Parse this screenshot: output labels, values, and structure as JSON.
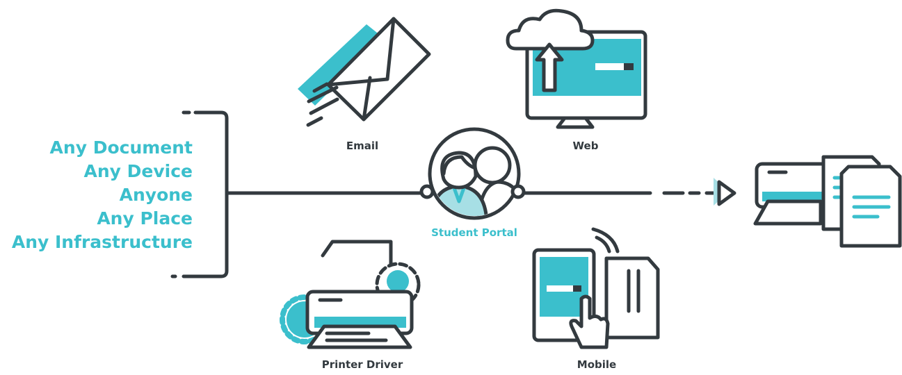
{
  "colors": {
    "teal": "#3bbfcc",
    "dark": "#333a3f",
    "lightteal": "#a7dfe5"
  },
  "taglines": [
    "Any Document",
    "Any Device",
    "Anyone",
    "Any Place",
    "Any Infrastructure"
  ],
  "labels": {
    "email": "Email",
    "web": "Web",
    "student_portal": "Student Portal",
    "printer_driver": "Printer Driver",
    "mobile": "Mobile"
  }
}
